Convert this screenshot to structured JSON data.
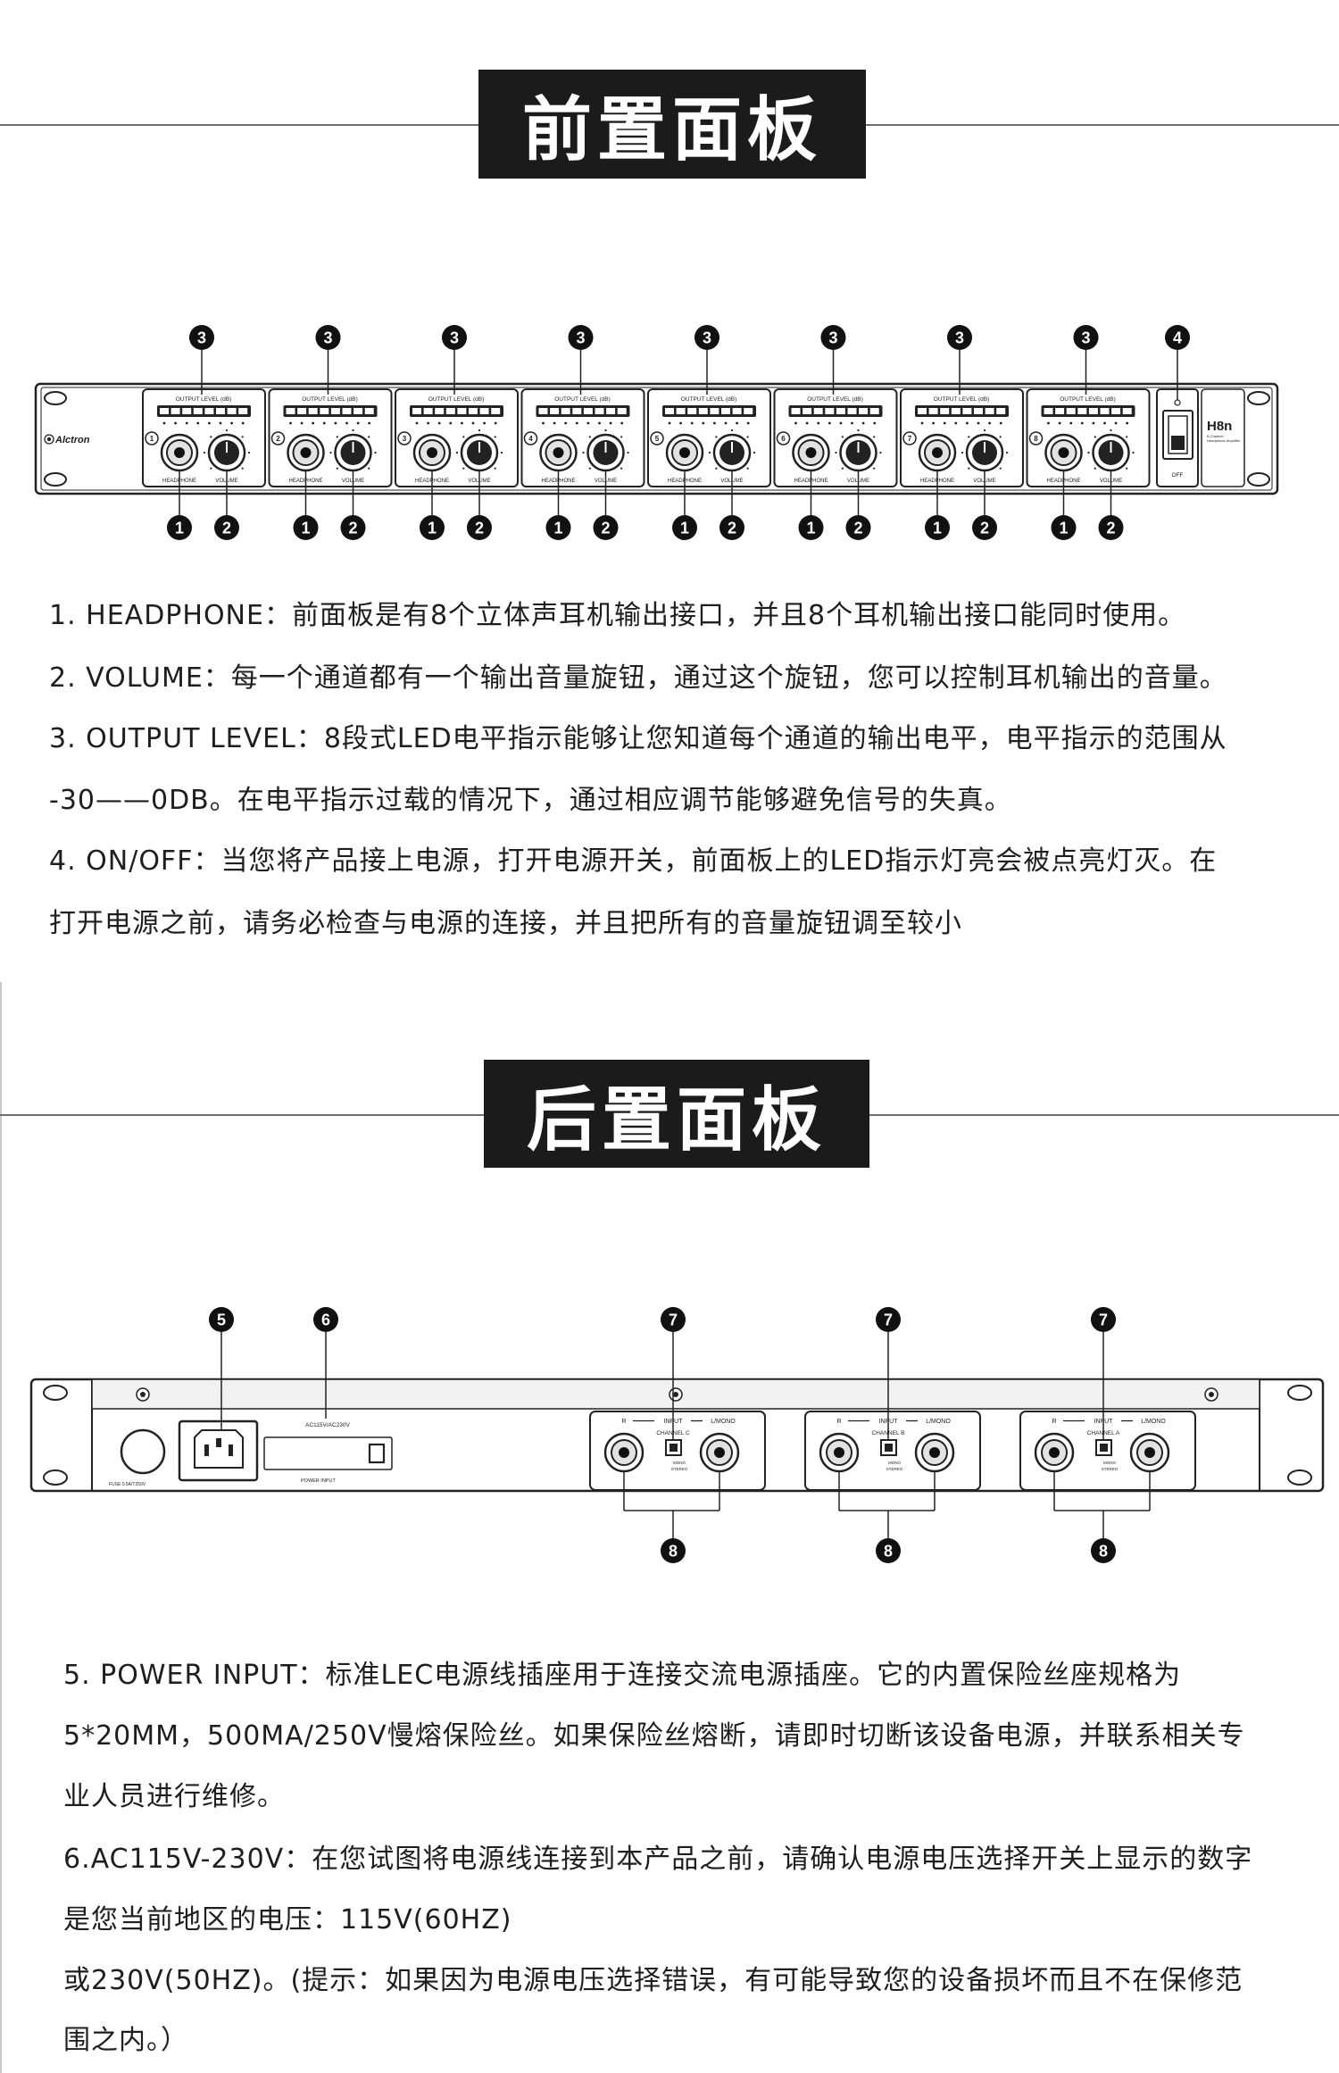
{
  "front": {
    "title": "前置面板",
    "brand": "Alctron",
    "model": "H8n",
    "model_subtitle": [
      "8-Channel",
      "Headphone Amplifier"
    ],
    "switch_label": "OFF",
    "channel_labels": {
      "level": "OUTPUT LEVEL (dB)",
      "headphone": "HEADPHONE",
      "volume": "VOLUME"
    },
    "channels": [
      {
        "number": "1"
      },
      {
        "number": "2"
      },
      {
        "number": "3"
      },
      {
        "number": "4"
      },
      {
        "number": "5"
      },
      {
        "number": "6"
      },
      {
        "number": "7"
      },
      {
        "number": "8"
      }
    ],
    "callouts": {
      "headphone": "1",
      "volume": "2",
      "level": "3",
      "power": "4"
    },
    "descriptions": [
      "1. HEADPHONE：前面板是有8个立体声耳机输出接口，并且8个耳机输出接口能同时使用。",
      "2. VOLUME：每一个通道都有一个输出音量旋钮，通过这个旋钮，您可以控制耳机输出的音量。",
      "3. OUTPUT LEVEL：8段式LED电平指示能够让您知道每个通道的输出电平，电平指示的范围从",
      "-30——0DB。在电平指示过载的情况下，通过相应调节能够避免信号的失真。",
      "4. ON/OFF：当您将产品接上电源，打开电源开关，前面板上的LED指示灯亮会被点亮灯灭。在",
      "打开电源之前，请务必检查与电源的连接，并且把所有的音量旋钮调至较小"
    ]
  },
  "rear": {
    "title": "后置面板",
    "fuse_label": "FUSE 0.5A/T250V",
    "voltage_label": "AC115V/AC230V",
    "power_input_label": "POWER INPUT",
    "input_labels": {
      "r": "R",
      "input": "INPUT",
      "l": "L/MONO",
      "mono": "MONO",
      "stereo": "STEREO"
    },
    "input_groups": [
      {
        "channel": "CHANNEL C"
      },
      {
        "channel": "CHANNEL B"
      },
      {
        "channel": "CHANNEL A"
      }
    ],
    "callouts": {
      "power_input": "5",
      "voltage": "6",
      "mode_switch": "7",
      "input_jacks": "8"
    },
    "descriptions": [
      "5. POWER INPUT：标准LEC电源线插座用于连接交流电源插座。它的内置保险丝座规格为",
      "5*20MM，500MA/250V慢熔保险丝。如果保险丝熔断，请即时切断该设备电源，并联系相关专",
      "业人员进行维修。",
      "6.AC115V-230V：在您试图将电源线连接到本产品之前，请确认电源电压选择开关上显示的数字",
      "是您当前地区的电压：115V(60HZ)",
      "或230V(50HZ)。(提示：如果因为电源电压选择错误，有可能导致您的设备损坏而且不在保修范",
      "围之内。）"
    ]
  },
  "colors": {
    "title_background": "#1b1b1b",
    "title_text": "#ffffff",
    "line_art": "#222222",
    "body_text": "#1e1e1e"
  }
}
